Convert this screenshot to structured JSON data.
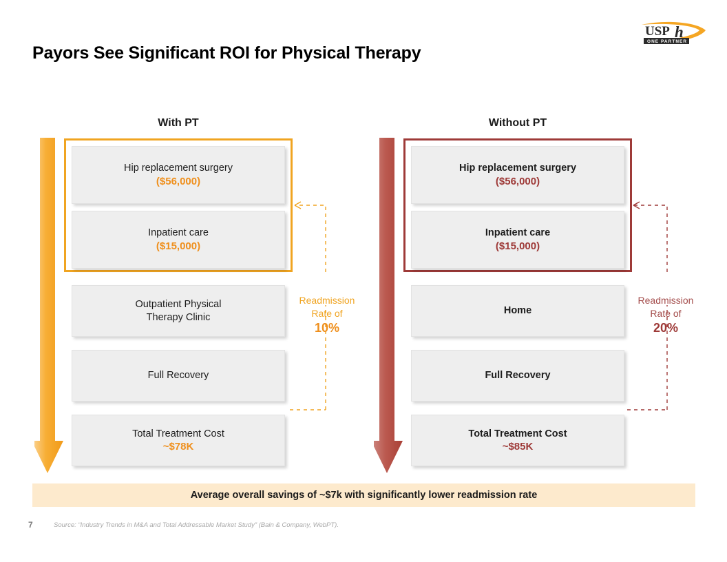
{
  "logo": {
    "wordmark": "USPh",
    "tagline": "ONE PARTNER",
    "swoosh_color": "#F5A623"
  },
  "title": "Payors See Significant ROI for Physical Therapy",
  "columns": [
    {
      "id": "with-pt",
      "header": "With PT",
      "accent_color": "#F0A421",
      "amount_color": "#EF8F1C",
      "arrow_color": "#F5A623",
      "steps": [
        {
          "label": "Hip replacement surgery",
          "amount": "($56,000)",
          "grouped": true
        },
        {
          "label": "Inpatient care",
          "amount": "($15,000)",
          "grouped": true
        },
        {
          "label": "Outpatient Physical\nTherapy Clinic",
          "amount": "",
          "grouped": false
        },
        {
          "label": "Full Recovery",
          "amount": "",
          "grouped": false
        },
        {
          "label": "Total Treatment Cost",
          "amount": "~$78K",
          "grouped": false
        }
      ],
      "readmission": {
        "line1": "Readmission",
        "line2": "Rate of",
        "pct": "10%"
      }
    },
    {
      "id": "without-pt",
      "header": "Without PT",
      "accent_color": "#9E3A38",
      "amount_color": "#9E3A38",
      "arrow_color": "#B5504A",
      "steps": [
        {
          "label": "Hip replacement surgery",
          "amount": "($56,000)",
          "grouped": true
        },
        {
          "label": "Inpatient care",
          "amount": "($15,000)",
          "grouped": true
        },
        {
          "label": "Home",
          "amount": "",
          "grouped": false
        },
        {
          "label": "Full Recovery",
          "amount": "",
          "grouped": false
        },
        {
          "label": "Total Treatment Cost",
          "amount": "~$85K",
          "grouped": false
        }
      ],
      "readmission": {
        "line1": "Readmission",
        "line2": "Rate of",
        "pct": "20%"
      }
    }
  ],
  "banner": {
    "text": "Average overall savings of ~$7k with significantly lower readmission rate",
    "background_color": "#FDEACD"
  },
  "footer": {
    "page_number": "7",
    "source": "Source: “Industry Trends in M&A and Total Addressable Market Study” (Bain & Company, WebPT)."
  }
}
